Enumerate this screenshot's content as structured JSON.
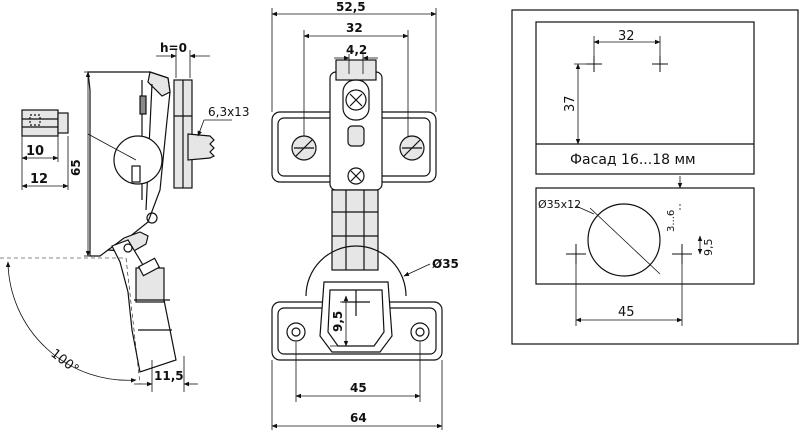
{
  "side_view": {
    "h_label": "h=0",
    "screw_label": "6,3x13",
    "dim_65": "65",
    "dim_10": "10",
    "dim_12": "12",
    "angle_label": "100°",
    "dim_11_5": "11,5"
  },
  "front_view": {
    "dim_52_5": "52,5",
    "dim_32": "32",
    "dim_4_2": "4,2",
    "dia_35": "Ø35",
    "dim_9_5": "9,5",
    "dim_45": "45",
    "dim_64": "64"
  },
  "template_top": {
    "dim_32": "32",
    "dim_37": "37",
    "facade_label": "Фасад 16...18 мм"
  },
  "template_bottom": {
    "cup_label": "Ø35x12",
    "dim_3_6": "3...6",
    "dim_9_5": "9,5",
    "dim_45": "45"
  },
  "colors": {
    "line": "#111111",
    "fill": "#e6e6e6",
    "dark": "#8a8a8a"
  }
}
